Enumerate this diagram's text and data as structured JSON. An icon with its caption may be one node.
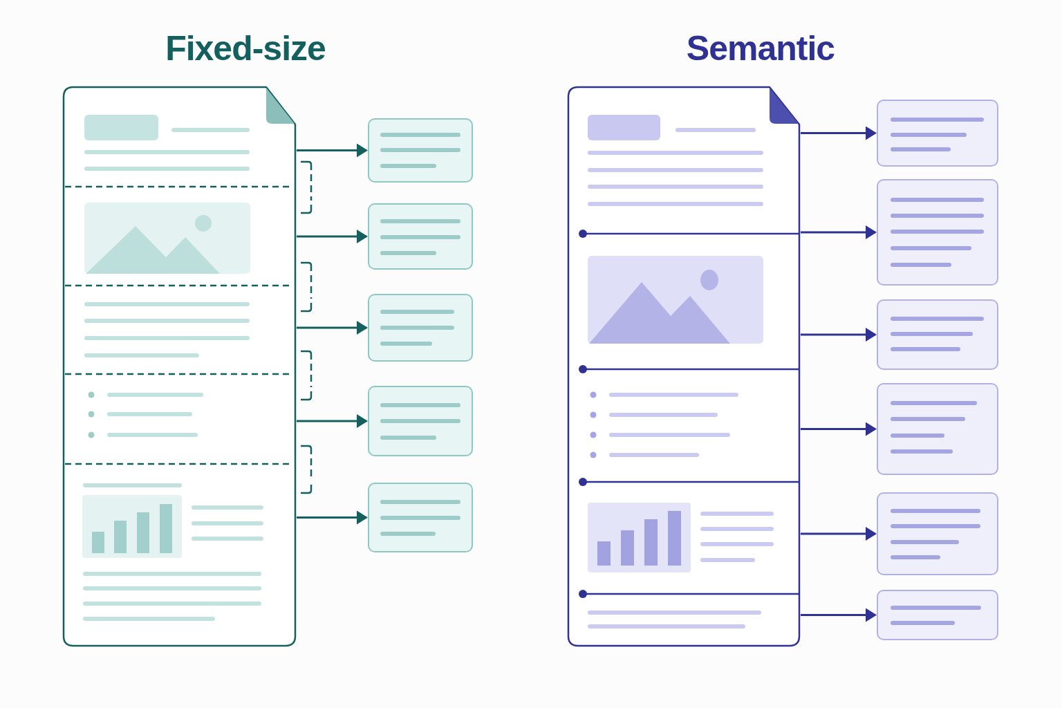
{
  "diagram": {
    "nodes": [
      {
        "text": [
          "Fixed-size"
        ]
      },
      {
        "text": [],
        "shape": "box"
      },
      {
        "text": [],
        "shape": "box"
      },
      {
        "text": [],
        "shape": "box"
      },
      {
        "text": [],
        "shape": "box"
      },
      {
        "text": [],
        "shape": "box"
      },
      {
        "text": [
          "Semantic"
        ]
      },
      {
        "text": [],
        "shape": "box"
      },
      {
        "text": [],
        "shape": "box"
      },
      {
        "text": [],
        "shape": "box"
      },
      {
        "text": [],
        "shape": "box"
      },
      {
        "text": [],
        "shape": "box"
      },
      {
        "text": [],
        "shape": "box"
      }
    ],
    "edges": [
      {
        "from": 0,
        "to": 1,
        "arrow": "to",
        "color": "#14605e"
      },
      {
        "from": 0,
        "to": 2,
        "arrow": "to",
        "color": "#14605e"
      },
      {
        "from": 0,
        "to": 3,
        "arrow": "to",
        "color": "#14605e"
      },
      {
        "from": 0,
        "to": 4,
        "arrow": "to",
        "color": "#14605e"
      },
      {
        "from": 0,
        "to": 5,
        "arrow": "to",
        "color": "#14605e"
      },
      {
        "from": 6,
        "to": 7,
        "arrow": "to"
      },
      {
        "from": 6,
        "to": 8,
        "arrow": "to"
      },
      {
        "from": 6,
        "to": 9,
        "arrow": "to"
      },
      {
        "from": 6,
        "to": 10,
        "arrow": "to"
      },
      {
        "from": 6,
        "to": 11,
        "arrow": "to"
      },
      {
        "from": 6,
        "to": 12,
        "arrow": "to"
      }
    ]
  }
}
